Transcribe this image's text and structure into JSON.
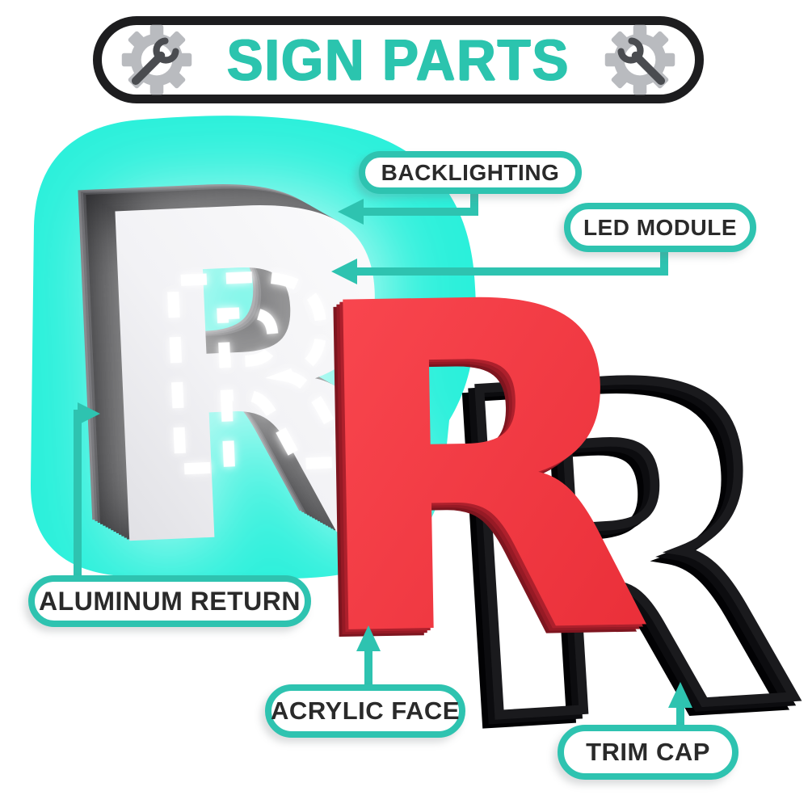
{
  "header": {
    "title": "SIGN PARTS",
    "left_icon": "gear-wrench-icon",
    "right_icon": "gear-wrench-icon"
  },
  "diagram": {
    "letter": "R",
    "callouts": [
      {
        "id": "backlighting",
        "label": "BACKLIGHTING",
        "points_to": "glow around illuminated channel letter"
      },
      {
        "id": "led-module",
        "label": "LED MODULE",
        "points_to": "led module strip inside letter"
      },
      {
        "id": "aluminum-return",
        "label": "ALUMINUM RETURN",
        "points_to": "black side wall of channel letter"
      },
      {
        "id": "acrylic-face",
        "label": "ACRYLIC FACE",
        "points_to": "red flat letter face"
      },
      {
        "id": "trim-cap",
        "label": "TRIM CAP",
        "points_to": "black outline letter frame"
      }
    ]
  },
  "colors": {
    "accent_teal": "#2EC3B0",
    "title_teal": "#2BC4AE",
    "blob_teal": "#2BF0DB",
    "label_text": "#2A2A2A",
    "banner_border": "#1D1D1F",
    "acrylic_red": "#F43B43",
    "acrylic_red_edge": "#8E1B25",
    "return_black": "#1C1C1F",
    "trim_cap_black": "#17171A",
    "letter_face_white": "#FFFFFF",
    "gear_gray": "#B9BBBF",
    "wrench_gray": "#4A4C50"
  }
}
